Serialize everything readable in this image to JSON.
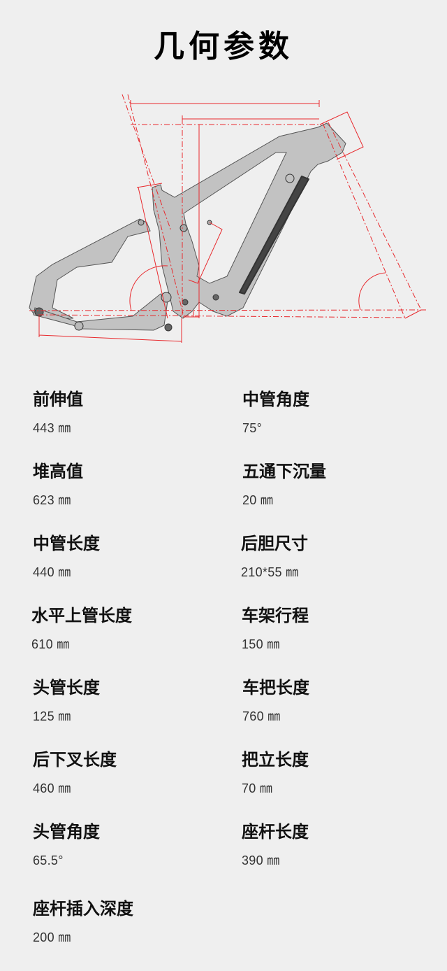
{
  "page": {
    "title": "几何参数"
  },
  "diagram": {
    "name": "frame-geometry-diagram",
    "frame_color": "#c2c2c2",
    "frame_outline": "#555555",
    "battery_color": "#444444",
    "dimension_line_color": "#e8292d"
  },
  "specs": {
    "left": [
      {
        "label": "前伸值",
        "value": "443 ㎜"
      },
      {
        "label": "堆高值",
        "value": "623 ㎜"
      },
      {
        "label": "中管长度",
        "value": "440 ㎜"
      },
      {
        "label": "水平上管长度",
        "value": "610 ㎜"
      },
      {
        "label": "头管长度",
        "value": "125 ㎜"
      },
      {
        "label": "后下叉长度",
        "value": "460 ㎜"
      },
      {
        "label": "头管角度",
        "value": "65.5°"
      },
      {
        "label": "座杆插入深度",
        "value": "200 ㎜"
      }
    ],
    "right": [
      {
        "label": "中管角度",
        "value": "75°"
      },
      {
        "label": "五通下沉量",
        "value": "20 ㎜"
      },
      {
        "label": "后胆尺寸",
        "value": "210*55 ㎜"
      },
      {
        "label": "车架行程",
        "value": "150 ㎜"
      },
      {
        "label": "车把长度",
        "value": "760 ㎜"
      },
      {
        "label": "把立长度",
        "value": "70 ㎜"
      },
      {
        "label": "座杆长度",
        "value": "390 ㎜"
      }
    ]
  }
}
